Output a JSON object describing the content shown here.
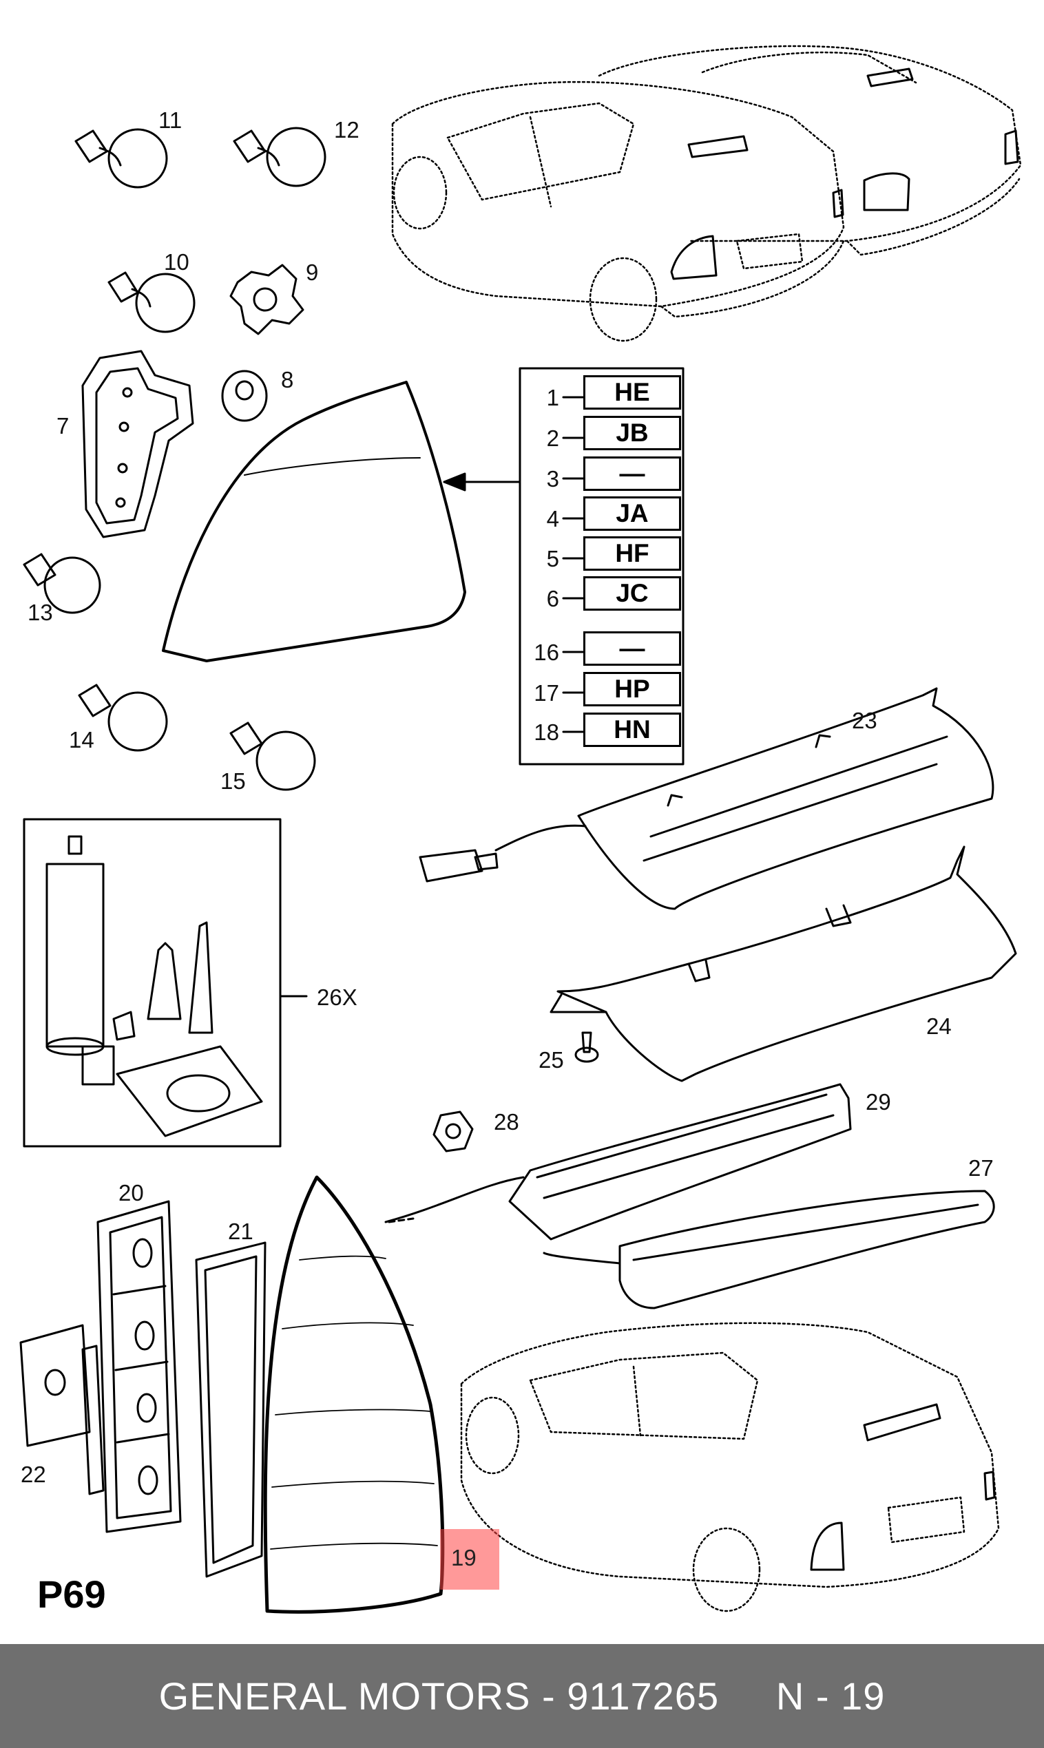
{
  "diagram": {
    "callouts": {
      "c11": "11",
      "c12": "12",
      "c10": "10",
      "c9": "9",
      "c8": "8",
      "c7": "7",
      "c13": "13",
      "c14": "14",
      "c15": "15",
      "c23": "23",
      "c26x": "26X",
      "c24": "24",
      "c25": "25",
      "c28": "28",
      "c29": "29",
      "c27": "27",
      "c20": "20",
      "c21": "21",
      "c22": "22"
    },
    "code_table": [
      {
        "num": "1",
        "code": "HE"
      },
      {
        "num": "2",
        "code": "JB"
      },
      {
        "num": "3",
        "code": "—"
      },
      {
        "num": "4",
        "code": "JA"
      },
      {
        "num": "5",
        "code": "HF"
      },
      {
        "num": "6",
        "code": "JC"
      },
      {
        "num": "16",
        "code": "—"
      },
      {
        "num": "17",
        "code": "HP"
      },
      {
        "num": "18",
        "code": "HN"
      }
    ],
    "page_code": "P69",
    "highlighted_part": "19",
    "highlight_color": "#ff4646"
  },
  "footer": {
    "text": "GENERAL MOTORS - 9117265     N - 19",
    "background": "#6f6f6f"
  }
}
